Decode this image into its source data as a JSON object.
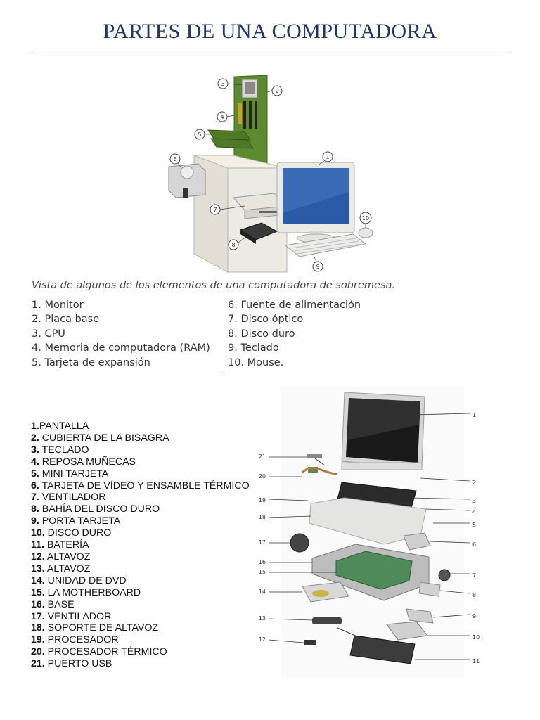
{
  "title": "PARTES DE UNA COMPUTADORA",
  "desktop": {
    "caption": "Vista de algunos de los elementos de una computadora de sobremesa.",
    "callouts": [
      "1",
      "2",
      "3",
      "4",
      "5",
      "6",
      "7",
      "8",
      "9",
      "10"
    ],
    "legend_left": [
      "1. Monitor",
      "2. Placa base",
      "3. CPU",
      "4. Memoria de computadora (RAM)",
      "5. Tarjeta de expansión"
    ],
    "legend_right": [
      "6. Fuente de alimentación",
      "7. Disco óptico",
      "8. Disco duro",
      "9. Teclado",
      "10. Mouse."
    ]
  },
  "laptop": {
    "parts": [
      {
        "num": "1.",
        "label": "PANTALLA"
      },
      {
        "num": "2.",
        "label": " CUBIERTA DE LA BISAGRA"
      },
      {
        "num": "3.",
        "label": " TECLADO"
      },
      {
        "num": "4.",
        "label": " REPOSA  MUÑECAS"
      },
      {
        "num": "5.",
        "label": " MINI TARJETA"
      },
      {
        "num": "6.",
        "label": " TARJETA  DE VÍDEO Y ENSAMBLE TÉRMICO"
      },
      {
        "num": "7.",
        "label": " VENTILADOR"
      },
      {
        "num": "8.",
        "label": " BAHÍA DEL DISCO DURO"
      },
      {
        "num": "9.",
        "label": " PORTA TARJETA"
      },
      {
        "num": "10.",
        "label": " DISCO DURO"
      },
      {
        "num": "11.",
        "label": " BATERÍA"
      },
      {
        "num": "12.",
        "label": " ALTAVOZ"
      },
      {
        "num": "13.",
        "label": " ALTAVOZ"
      },
      {
        "num": "14.",
        "label": " UNIDAD DE DVD"
      },
      {
        "num": "15.",
        "label": " LA MOTHERBOARD"
      },
      {
        "num": "16.",
        "label": " BASE"
      },
      {
        "num": "17.",
        "label": " VENTILADOR"
      },
      {
        "num": "18.",
        "label": " SOPORTE DE ALTAVOZ"
      },
      {
        "num": "19.",
        "label": " PROCESADOR"
      },
      {
        "num": "20.",
        "label": " PROCESADOR TÉRMICO"
      },
      {
        "num": "21.",
        "label": " PUERTO USB"
      }
    ],
    "callouts_right": [
      "1",
      "2",
      "3",
      "4",
      "5",
      "6",
      "7",
      "8",
      "9",
      "10",
      "11"
    ],
    "callouts_left": [
      "21",
      "20",
      "19",
      "18",
      "17",
      "16",
      "15",
      "14",
      "13",
      "12"
    ]
  }
}
